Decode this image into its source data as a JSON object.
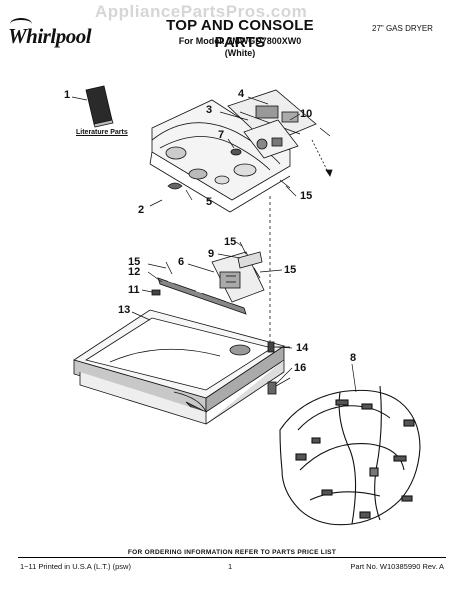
{
  "watermark": "AppliancePartsPros.com",
  "brand": {
    "name": "Whirlpool"
  },
  "header": {
    "title": "TOP AND CONSOLE PARTS",
    "model": "For Model: 7MWGD7800XW0",
    "color": "(White)",
    "product_type": "27\" GAS DRYER"
  },
  "callouts": {
    "n1": "1",
    "n2": "2",
    "n3": "3",
    "n4": "4",
    "n5": "5",
    "n6": "6",
    "n7": "7",
    "n8": "8",
    "n9": "9",
    "n10": "10",
    "n11": "11",
    "n12": "12",
    "n13": "13",
    "n14": "14",
    "n15a": "15",
    "n15b": "15",
    "n15c": "15",
    "n15d": "15",
    "n16": "16"
  },
  "literature_label": "Literature Parts",
  "footer": {
    "ordering_info": "FOR ORDERING INFORMATION REFER TO PARTS PRICE LIST",
    "printed": "1−11 Printed in U.S.A (L.T.) (psw)",
    "page": "1",
    "part_no": "Part No. W10385990 Rev. A"
  }
}
